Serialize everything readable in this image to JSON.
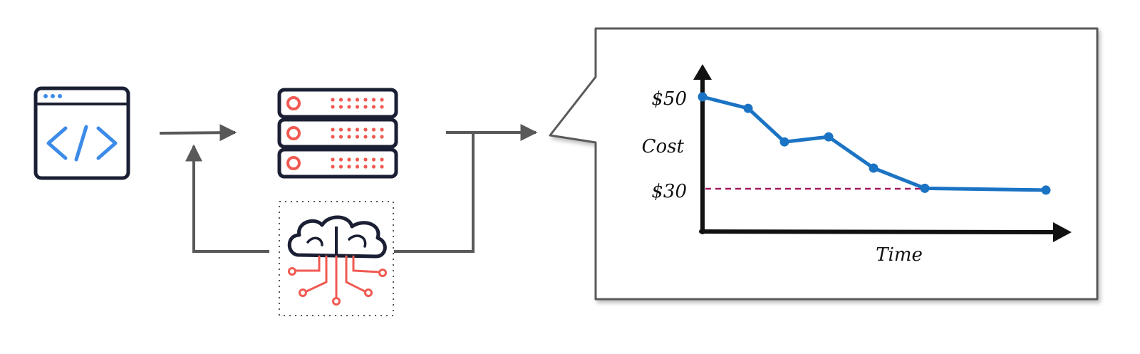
{
  "colors": {
    "navy": "#1b1f34",
    "code_blue": "#3d8be8",
    "accent_red": "#f05a52",
    "arrow_gray": "#595959",
    "chart_line": "#1b73c4",
    "threshold": "#a2195e"
  },
  "icons": {
    "code_window": "code-window-icon",
    "server": "server-stack-icon",
    "ai": "ai-brain-circuit-icon"
  },
  "chart_data": {
    "type": "line",
    "title": "",
    "xlabel": "Time",
    "ylabel": "Cost",
    "ylim": [
      20,
      55
    ],
    "y_tick_labels": [
      "$50",
      "$30"
    ],
    "x": [
      1,
      2,
      3,
      4,
      5,
      6,
      7
    ],
    "series": [
      {
        "values": [
          50,
          47.5,
          40.2,
          41.3,
          34.5,
          30.1,
          29.7
        ]
      }
    ],
    "threshold": {
      "value": 30,
      "style": "dashed"
    },
    "grid": false,
    "legend": "none"
  }
}
